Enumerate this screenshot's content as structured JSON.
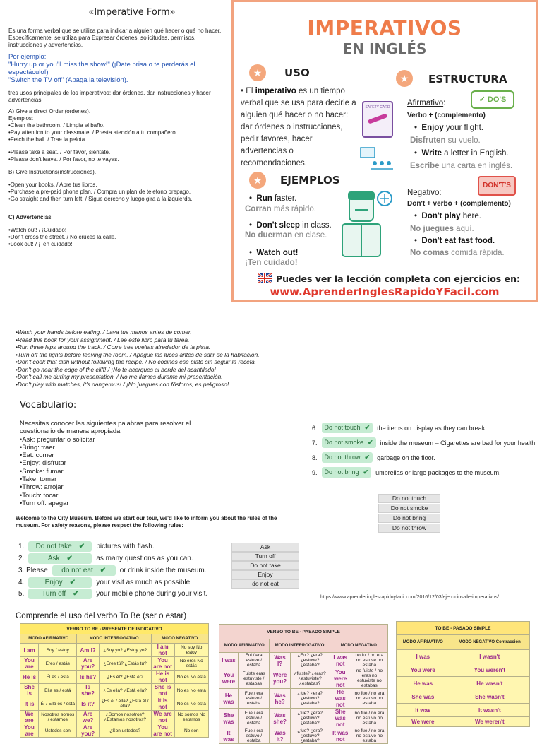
{
  "left_top": {
    "title": "«Imperative Form»",
    "intro": "Es una forma verbal que se utiliza para indicar a alguien qué hacer o qué no hacer. Específicamente, se utiliza para Expresar órdenes, solicitudes, permisos, instrucciones y advertencias.",
    "example_label": "Por ejemplo:",
    "example1": " \"Hurry up or you'll miss the show!\" (¡Date prisa o te perderás el espectáculo!)",
    "example2": "\"Switch the TV off\" (Apaga la televisión).",
    "uses": "tres usos principales de los imperativos: dar órdenes, dar instrucciones y hacer advertencias.",
    "a_title": "A)  Give a direct Order.(ordenes).",
    "a_label": "Ejemplos:",
    "a1": "•Clean the bathroom. / Limpia el baño.",
    "a2": "•Pay attention to your classmate. / Presta atención a tu compañero.",
    "a3": "•Fetch the ball. / Trae la pelota.",
    "a4": "•Please take a seat. / Por favor, siéntate.",
    "a5": "•Please don't leave. / Por favor, no te vayas.",
    "b_title": "B) Give Instructions(instrucciones).",
    "b1": "•Open your books. / Abre tus libros.",
    "b2": "•Purchase a pre-paid phone plan. / Compra un plan de telefono prepago.",
    "b3": "•Go straight and then turn left. / Sigue derecho y luego gira a la izquierda.",
    "c_title": "C) Advertencias",
    "c1": "•Watch out! / ¡Cuidado!",
    "c2": "•Don't cross the street. / No cruces la calle.",
    "c3": "•Look out! / ¡Ten cuidado!"
  },
  "infographic": {
    "title": "IMPERATIVOS",
    "subtitle": "EN INGLÉS",
    "uso_title": "USO",
    "uso_text_1": "El ",
    "uso_text_bold": "imperativo",
    "uso_text_2": " es un tiempo verbal que se usa para decirle a alguien qué hacer o no hacer: dar órdenes o instrucciones, pedir favores, hacer advertencias o recomendaciones.",
    "estructura_title": "ESTRUCTURA",
    "afirmativo": "Afirmativo",
    "do_badge": "DO'S",
    "afirm_formula": "Verbo + (complemento)",
    "af1_en_b": "Enjoy",
    "af1_en": " your flight.",
    "af1_es_b": "Disfruten",
    "af1_es": " su vuelo.",
    "af2_en_b": "Write",
    "af2_en": " a letter in English.",
    "af2_es_b": "Escribe",
    "af2_es": " una carta en inglés.",
    "negativo": "Negativo",
    "dont_badge": "DON'T'S",
    "neg_formula": "Don't + verbo + (complemento)",
    "ng1_en_b": "Don't play",
    "ng1_en": " here.",
    "ng1_es_b": "No juegues",
    "ng1_es": " aquí.",
    "ng2_en_b": "Don't eat fast food.",
    "ng2_es_b": "No comas",
    "ng2_es": " comida rápida.",
    "ejemplos_title": "EJEMPLOS",
    "ej1_en_b": "Run",
    "ej1_en": " faster.",
    "ej1_es_b": "Corran",
    "ej1_es": " más rápido.",
    "ej2_en_b": "Don't sleep",
    "ej2_en": " in class.",
    "ej2_es_b": "No duerman",
    "ej2_es": " en clase.",
    "ej3_en_b": "Watch out!",
    "ej3_es_b": "¡Ten cuidado!",
    "safety_card": "SAFETY CARD",
    "footer": "Puedes ver la lección completa con ejercicios en:",
    "url": "www.AprenderInglesRapidoYFacil.com"
  },
  "examples": [
    "•Wash your hands before eating. / Lava tus manos antes de comer.",
    "•Read this book for your assignment. / Lee este libro para tu tarea.",
    "•Run three laps around the track. / Corre tres vueltas alrededor de la pista.",
    "•Turn off the lights before leaving the room. / Apague las luces antes de salir de la habitación.",
    "•Don't cook that dish without following the recipe. / No cocines ese plato sin seguir la receta.",
    "•Don't go near the edge of the cliff! / ¡No te acerques al borde del acantilado!",
    "•Don't call me during my presentation. / No me llames durante mi presentación.",
    "•Don't play with matches, it's dangerous! / ¡No juegues con fósforos, es peligroso!"
  ],
  "vocab": {
    "title": "Vocabulario:",
    "intro1": "Necesitas conocer las siguientes palabras para resolver el",
    "intro2": "cuestionario de manera apropiada:",
    "items": [
      "•Ask: preguntar o solicitar",
      "•Bring: traer",
      "•Eat: comer",
      "•Enjoy: disfrutar",
      "•Smoke: fumar",
      "•Take: tomar",
      "•Throw: arrojar",
      "•Touch: tocar",
      "•Turn off: apagar"
    ]
  },
  "exercise_right": {
    "rows": [
      {
        "num": "6.",
        "answer": "Do not touch",
        "rest": "the items on display as they can break."
      },
      {
        "num": "7.",
        "answer": "Do not smoke",
        "rest": "inside the museum – Cigarettes are bad for your health."
      },
      {
        "num": "8.",
        "answer": "Do not throw",
        "rest": "garbage on the floor."
      },
      {
        "num": "9.",
        "answer": "Do not bring",
        "rest": "umbrellas or large packages to the museum."
      }
    ],
    "bank": [
      "Do not touch",
      "Do not smoke",
      "Do not bring",
      "Do not throw"
    ]
  },
  "welcome": "Welcome to the City Museum. Before we start our tour, we'd like to inform you about the rules of the museum. For safety reasons, please respect the following rules:",
  "exercise_left": {
    "rows": [
      {
        "num": "1.",
        "pre": "",
        "answer": "Do not take",
        "rest": "pictures with flash."
      },
      {
        "num": "2.",
        "pre": "",
        "answer": "Ask",
        "rest": "as many questions as you can."
      },
      {
        "num": "3.",
        "pre": "Please",
        "answer": "do not eat",
        "rest": "or drink inside the museum."
      },
      {
        "num": "4.",
        "pre": "",
        "answer": "Enjoy",
        "rest": "your visit as much as possible."
      },
      {
        "num": "5.",
        "pre": "",
        "answer": "Turn off",
        "rest": "your mobile phone during your visit."
      }
    ],
    "bank": [
      "Ask",
      "Turn off",
      "Do not take",
      "Enjoy",
      "do not eat"
    ]
  },
  "source_url": "https://www.aprenderinglesrapidoyfacil.com/2016/12/03/ejercicios-de-imperativos/",
  "tobe_title": "Comprende el uso del verbo  To Be (ser o estar)",
  "table_present": {
    "title": "VERBO TO BE - PRESENTE DE INDICATIVO",
    "headers": [
      "MODO AFIRMATIVO",
      "MODO INTERROGATIVO",
      "MODO NEGATIVO"
    ],
    "rows": [
      [
        "I am",
        "Soy / estoy",
        "Am I?",
        "¿Soy yo? ¿Estoy yo?",
        "I am not",
        "No soy No estoy"
      ],
      [
        "You are",
        "Eres / estás",
        "Are you?",
        "¿Eres tú? ¿Estás tú?",
        "You are not",
        "No eres No estás"
      ],
      [
        "He is",
        "Él es / está",
        "Is he?",
        "¿Es él? ¿Está él?",
        "He is not",
        "No es No está"
      ],
      [
        "She is",
        "Ella es / está",
        "Is she?",
        "¿Es ella? ¿Está ella?",
        "She is not",
        "No es No está"
      ],
      [
        "It is",
        "Él / Ella es / está",
        "Is it?",
        "¿Es él / ella? ¿Está él / ella?",
        "It is not",
        "No es No está"
      ],
      [
        "We are",
        "Nosotros somos / estamos",
        "Are we?",
        "¿Somos nosotros? ¿Estamos nosotros?",
        "We are not",
        "No somos No estamos"
      ],
      [
        "You are",
        "Ustedes son",
        "Are you?",
        "¿Son ustedes?",
        "You are not",
        "No son"
      ]
    ]
  },
  "table_past": {
    "title": "VERBO TO BE - PASADO SIMPLE",
    "headers": [
      "MODO AFIRMATIVO",
      "MODO INTERROGATIVO",
      "MODO NEGATIVO"
    ],
    "rows": [
      [
        "I was",
        "Fui / era estuve / estaba",
        "Was I?",
        "¿Fui? ¿era? ¿estuve? ¿estaba?",
        "I was not",
        "no fui / no era no estuve no estaba"
      ],
      [
        "You were",
        "Fuiste eras estuviste / estabas",
        "Were you?",
        "¿fuiste? ¿eras? ¿estuviste? ¿estabas?",
        "You were not",
        "no fuiste / no eras no estuviste no estabas"
      ],
      [
        "He was",
        "Fue / era estuvo / estaba",
        "Was he?",
        "¿fue? ¿era? ¿estuvo? ¿estaba?",
        "He was not",
        "no fue / no era no estuvo no estaba"
      ],
      [
        "She was",
        "Fue / era estuvo / estaba",
        "Was she?",
        "¿fue? ¿era? ¿estuvo? ¿estaba?",
        "She was not",
        "no fue / no era no estuvo no estaba"
      ],
      [
        "It was",
        "Fue / era estuvo / estaba",
        "Was it?",
        "¿fue? ¿era? ¿estuvo? ¿estaba?",
        "It was not",
        "no fue / no era no estuvo no estaba"
      ]
    ]
  },
  "table_contr": {
    "title": "TO BE - PASADO SIMPLE",
    "headers": [
      "MODO AFIRMATIVO",
      "MODO NEGATIVO Contracción"
    ],
    "rows": [
      [
        "I was",
        "I wasn't"
      ],
      [
        "You were",
        "You weren't"
      ],
      [
        "He was",
        "He wasn't"
      ],
      [
        "She was",
        "She wasn't"
      ],
      [
        "It was",
        "It wasn't"
      ],
      [
        "We were",
        "We weren't"
      ]
    ]
  }
}
